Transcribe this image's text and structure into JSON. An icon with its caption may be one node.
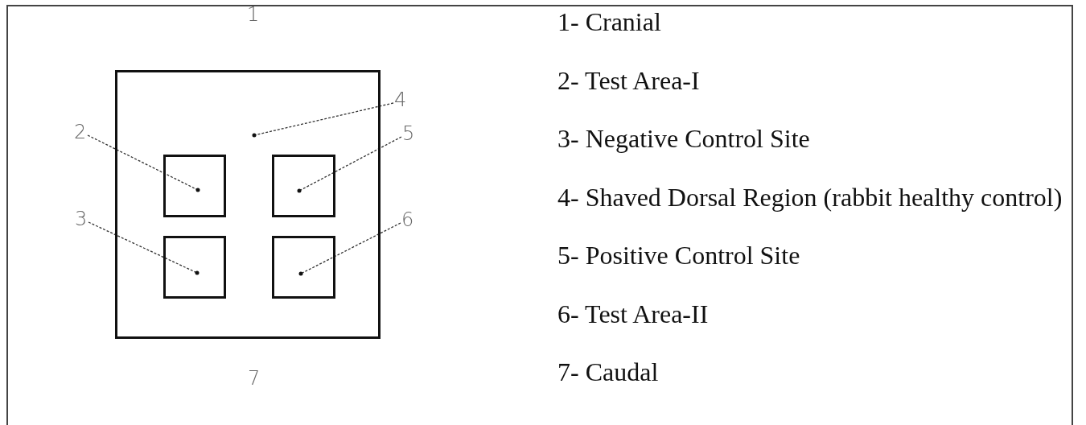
{
  "diagram": {
    "nodes": [
      {
        "text": [],
        "shape": "box"
      },
      {
        "text": [],
        "shape": "box",
        "in": 0
      },
      {
        "text": [],
        "shape": "box",
        "in": 0
      },
      {
        "text": [],
        "shape": "box",
        "in": 0
      },
      {
        "text": [],
        "shape": "box",
        "in": 0
      },
      {
        "text": [
          "4"
        ]
      },
      {
        "text": [
          "2"
        ]
      },
      {
        "text": [
          "5"
        ]
      },
      {
        "text": [
          "3"
        ]
      },
      {
        "text": [
          "6"
        ]
      }
    ],
    "edges": [
      {
        "from": 5,
        "to": 0,
        "arrow": "other",
        "style": "dashed"
      },
      {
        "from": 6,
        "to": 1,
        "arrow": "other",
        "style": "dashed"
      },
      {
        "from": 7,
        "to": 2,
        "arrow": "other",
        "style": "dashed"
      },
      {
        "from": 8,
        "to": 3,
        "arrow": "other",
        "style": "dashed"
      },
      {
        "from": 9,
        "to": 4,
        "arrow": "other",
        "style": "dashed"
      }
    ],
    "labels": [
      "1",
      "7",
      "1- Cranial",
      "2- Test Area-I",
      "3- Negative Control Site",
      "4- Shaved Dorsal Region (rabbit healthy control)",
      "5- Positive Control Site",
      "6- Test Area-II",
      "7- Caudal"
    ]
  }
}
